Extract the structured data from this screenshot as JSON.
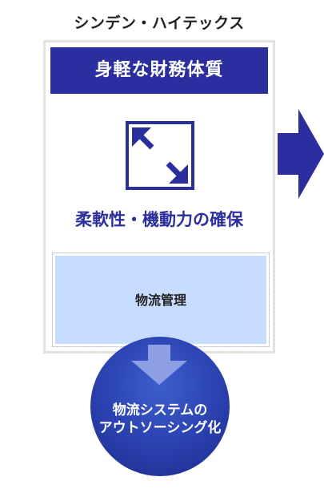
{
  "company_name": "シンデン・ハイテックス",
  "card": {
    "header": "身軽な財務体質",
    "feature": "柔軟性・機動力の確保",
    "logistics_label": "物流管理"
  },
  "result": {
    "line1": "物流システムの",
    "line2": "アウトソーシング化"
  },
  "icons": {
    "expand": "expand-arrows-icon",
    "right_arrow": "arrow-right-icon",
    "down_arrow": "arrow-down-icon"
  },
  "colors": {
    "primary": "#2b2e9f",
    "box_fill": "#c7ddff",
    "circle": "#2d45b5"
  }
}
